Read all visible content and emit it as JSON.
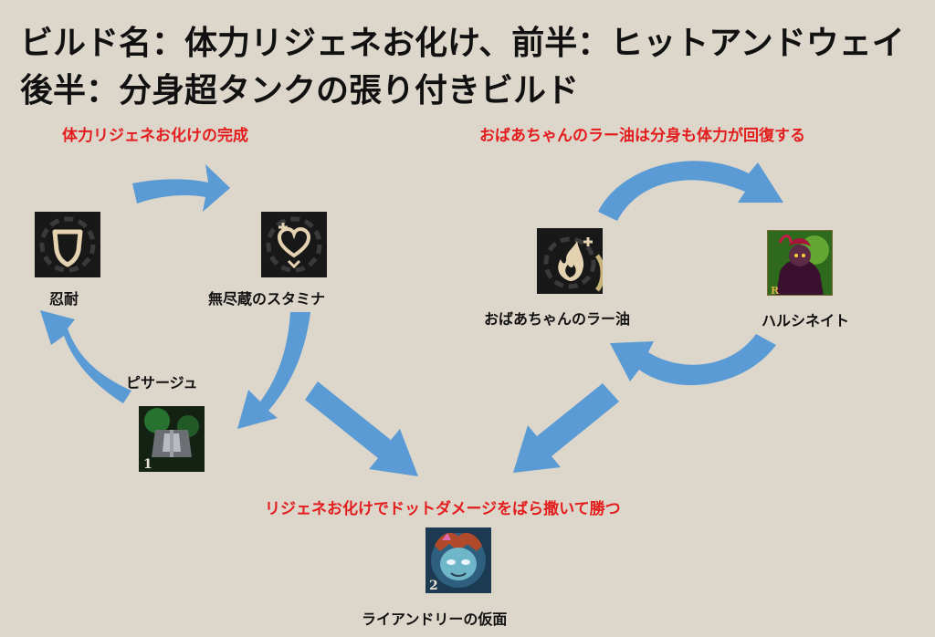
{
  "title": {
    "line1": "ビルド名：体力リジェネお化け、前半：ヒットアンドウェイ",
    "line2": "後半：分身超タンクの張り付きビルド"
  },
  "captions": {
    "left": "体力リジェネお化けの完成",
    "right": "おばあちゃんのラー油は分身も体力が回復する",
    "bottom": "リジェネお化けでドットダメージをばら撒いて勝つ"
  },
  "items": {
    "nintai": {
      "label": "忍耐",
      "icon": "shield-icon"
    },
    "stamina": {
      "label": "無尽蔵のスタミナ",
      "icon": "heart-plus-icon"
    },
    "pisaju": {
      "label": "ピサージュ",
      "icon": "armor-icon",
      "badge": "1"
    },
    "rayu": {
      "label": "おばあちゃんのラー油",
      "icon": "flame-icon"
    },
    "halu": {
      "label": "ハルシネイト",
      "icon": "champion-portrait-icon",
      "badge": "R"
    },
    "mask": {
      "label": "ライアンドリーの仮面",
      "icon": "mask-icon",
      "badge": "2"
    }
  },
  "colors": {
    "arrow": "#5b9bd5",
    "caption": "#e31d1d",
    "background": "#ddd6cb"
  }
}
